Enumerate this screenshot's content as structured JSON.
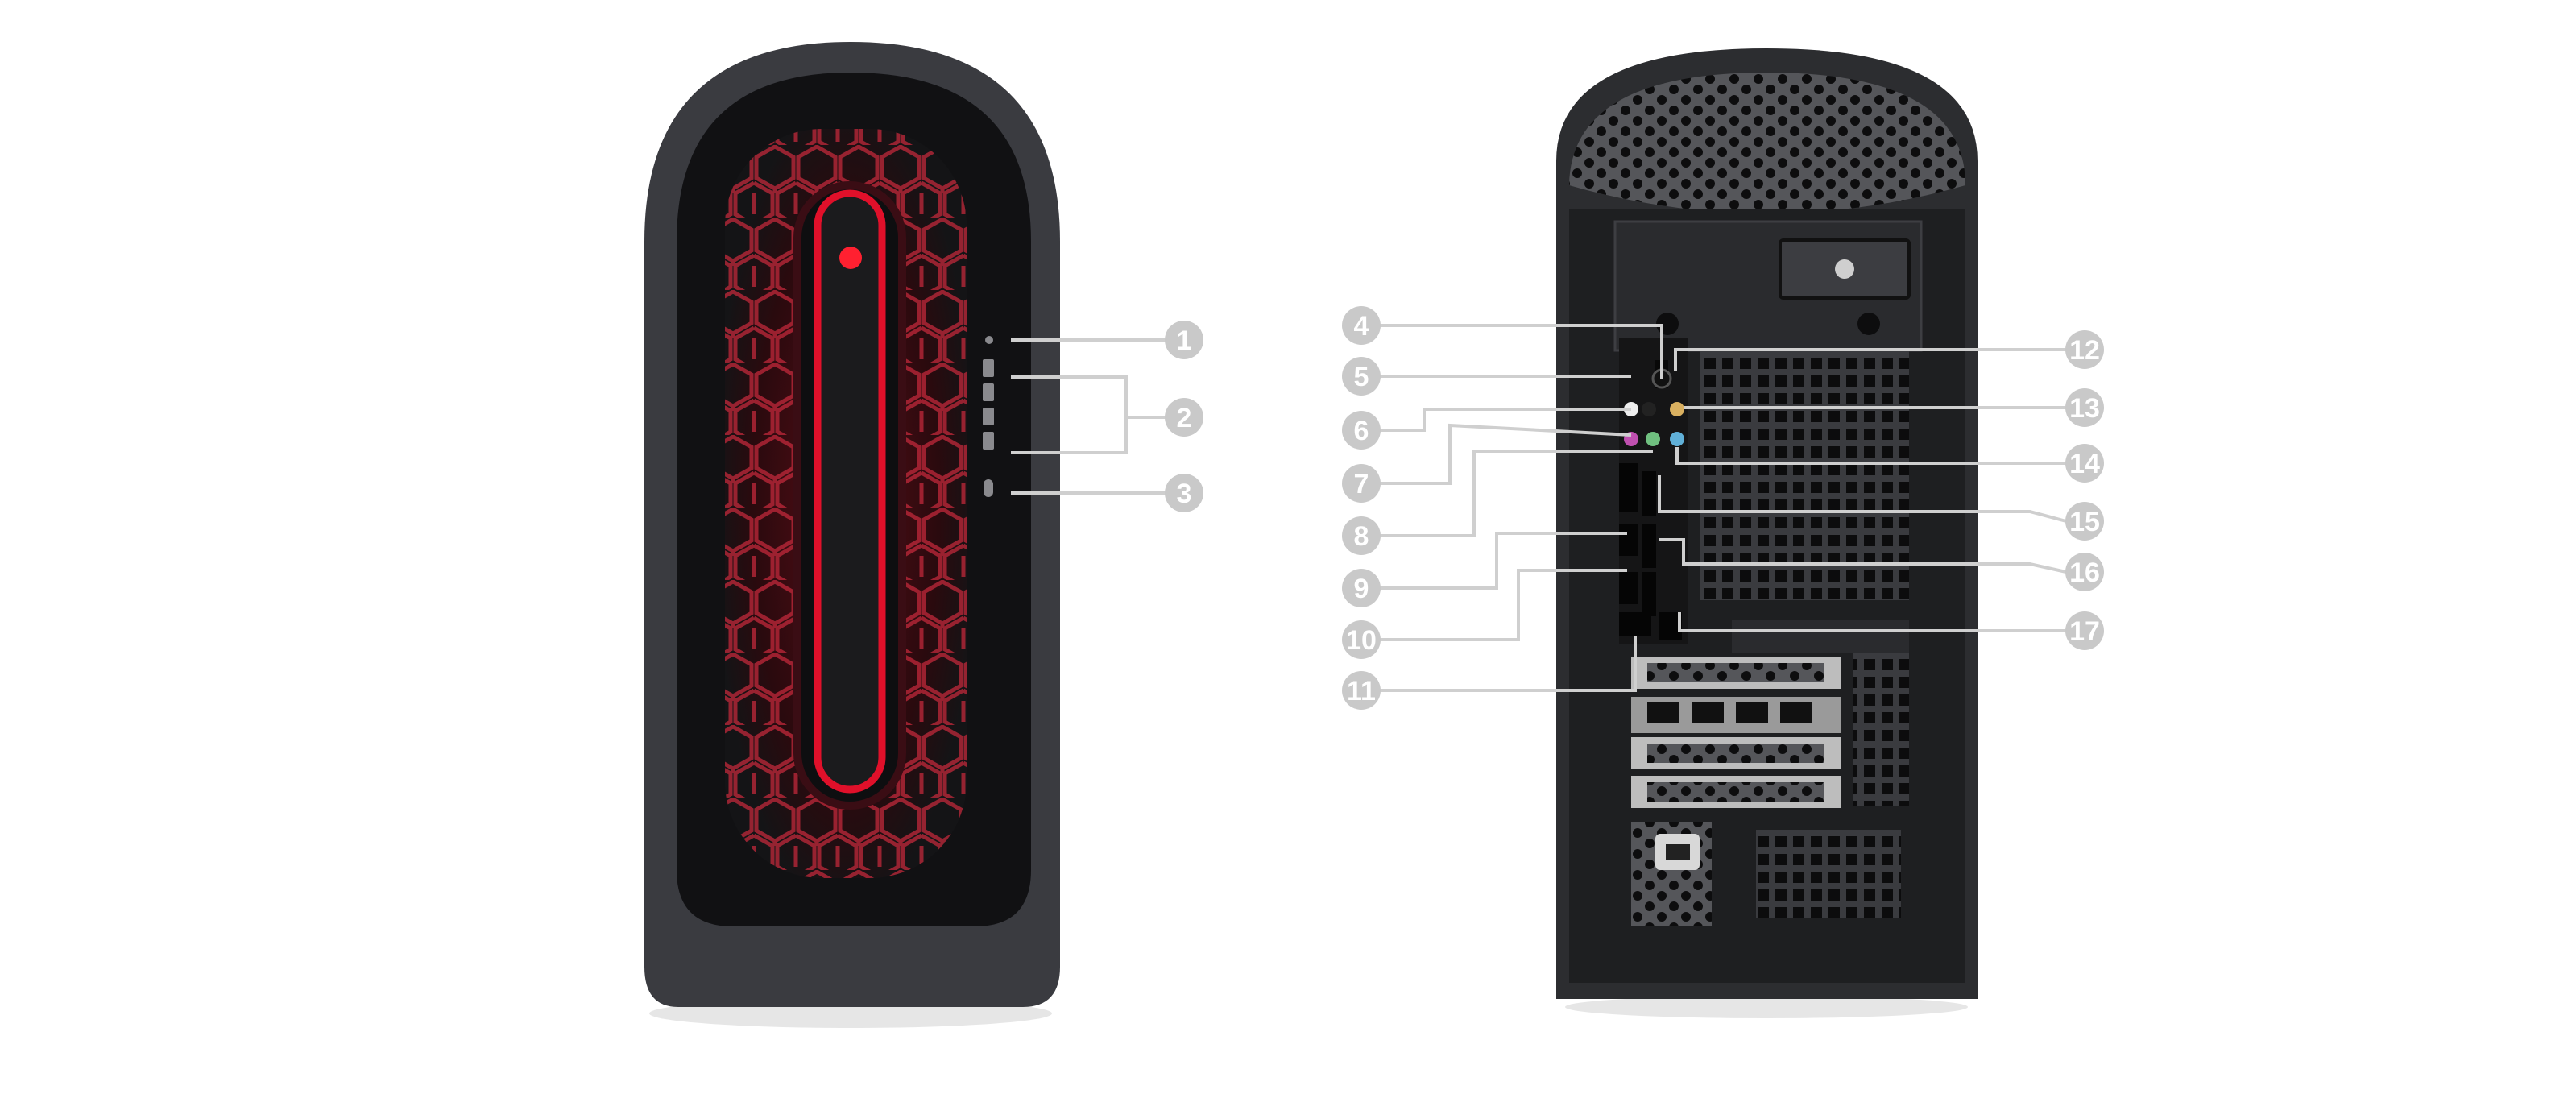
{
  "front_view": {
    "callouts": [
      "1",
      "2",
      "3"
    ]
  },
  "rear_view": {
    "left_callouts": [
      "4",
      "5",
      "6",
      "7",
      "8",
      "9",
      "10",
      "11"
    ],
    "right_callouts": [
      "12",
      "13",
      "14",
      "15",
      "16",
      "17"
    ]
  },
  "colors": {
    "accent_red": "#e0102a",
    "chassis": "#2b2c30",
    "callout": "#c9c9c9"
  }
}
